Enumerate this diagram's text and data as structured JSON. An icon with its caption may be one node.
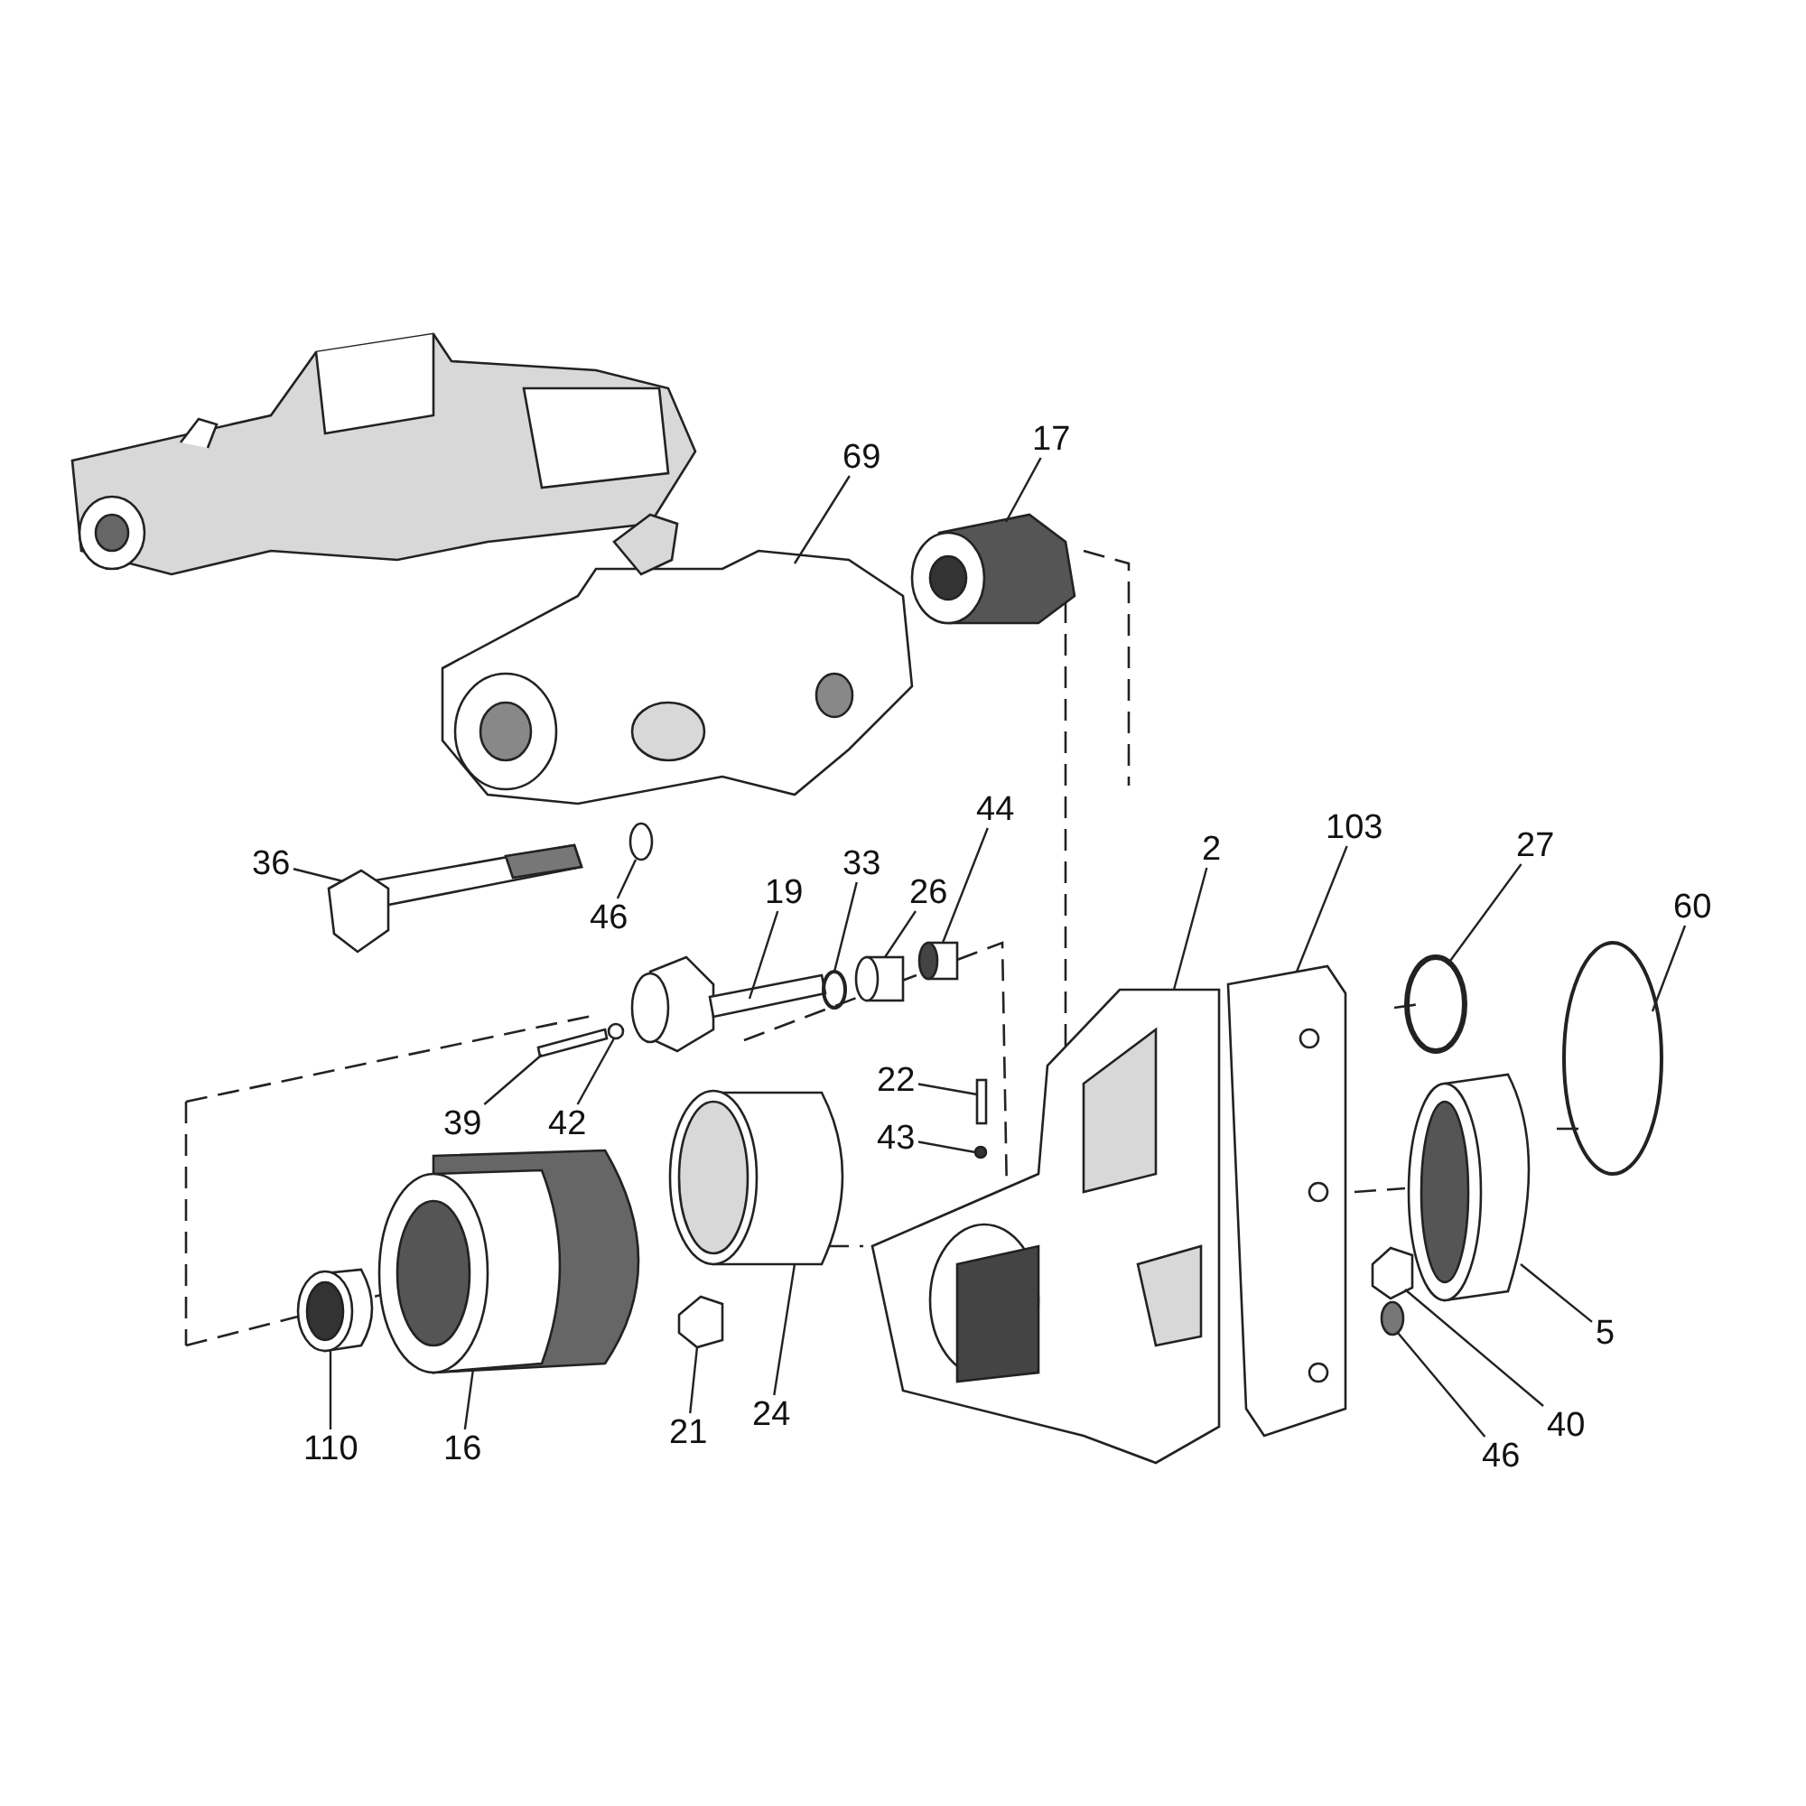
{
  "diagram": {
    "nodes": [
      {
        "text": [
          "17"
        ]
      },
      {
        "text": [
          "69"
        ]
      },
      {
        "text": [
          "36"
        ]
      },
      {
        "text": [
          "46"
        ]
      },
      {
        "text": [
          "19"
        ]
      },
      {
        "text": [
          "33"
        ]
      },
      {
        "text": [
          "26"
        ]
      },
      {
        "text": [
          "44"
        ]
      },
      {
        "text": [
          "2"
        ]
      },
      {
        "text": [
          "103"
        ]
      },
      {
        "text": [
          "27"
        ]
      },
      {
        "text": [
          "60"
        ]
      },
      {
        "text": [
          "22"
        ]
      },
      {
        "text": [
          "43"
        ]
      },
      {
        "text": [
          "39"
        ]
      },
      {
        "text": [
          "42"
        ]
      },
      {
        "text": [
          "110"
        ]
      },
      {
        "text": [
          "16"
        ]
      },
      {
        "text": [
          "21"
        ]
      },
      {
        "text": [
          "24"
        ]
      },
      {
        "text": [
          "5"
        ]
      },
      {
        "text": [
          "46"
        ]
      },
      {
        "text": [
          "40"
        ]
      },
      {
        "text": [],
        "shape": "picture"
      },
      {
        "text": [],
        "shape": "picture"
      },
      {
        "text": [],
        "shape": "picture"
      },
      {
        "text": [],
        "shape": "circle"
      },
      {
        "text": [],
        "shape": "picture"
      },
      {
        "text": [],
        "shape": "circle"
      },
      {
        "text": [],
        "shape": "cylinder"
      },
      {
        "text": [],
        "shape": "cylinder"
      },
      {
        "text": [],
        "shape": "picture"
      },
      {
        "text": [],
        "shape": "picture"
      },
      {
        "text": [],
        "shape": "circle"
      },
      {
        "text": [],
        "shape": "circle"
      },
      {
        "text": [],
        "shape": "bar"
      },
      {
        "text": [],
        "shape": "circle"
      },
      {
        "text": [],
        "shape": "bar"
      },
      {
        "text": [],
        "shape": "circle"
      },
      {
        "text": [],
        "shape": "picture"
      },
      {
        "text": [],
        "shape": "picture"
      },
      {
        "text": [],
        "shape": "hexagon"
      },
      {
        "text": [],
        "shape": "picture"
      },
      {
        "text": [],
        "shape": "cylinder"
      },
      {
        "text": [],
        "shape": "circle"
      },
      {
        "text": [],
        "shape": "hexagon"
      }
    ],
    "edges": [
      {
        "from": 0,
        "to": 23,
        "arrow": "none"
      },
      {
        "from": 1,
        "to": 24,
        "arrow": "none"
      },
      {
        "from": 2,
        "to": 25,
        "arrow": "none"
      },
      {
        "from": 3,
        "to": 26,
        "arrow": "none"
      },
      {
        "from": 4,
        "to": 27,
        "arrow": "none"
      },
      {
        "from": 5,
        "to": 28,
        "arrow": "none"
      },
      {
        "from": 6,
        "to": 29,
        "arrow": "none"
      },
      {
        "from": 7,
        "to": 30,
        "arrow": "none"
      },
      {
        "from": 8,
        "to": 31,
        "arrow": "none"
      },
      {
        "from": 9,
        "to": 32,
        "arrow": "none"
      },
      {
        "from": 10,
        "to": 33,
        "arrow": "none"
      },
      {
        "from": 11,
        "to": 34,
        "arrow": "none"
      },
      {
        "from": 12,
        "to": 35,
        "arrow": "none"
      },
      {
        "from": 13,
        "to": 36,
        "arrow": "none"
      },
      {
        "from": 14,
        "to": 37,
        "arrow": "none"
      },
      {
        "from": 15,
        "to": 38,
        "arrow": "none"
      },
      {
        "from": 16,
        "to": 39,
        "arrow": "none"
      },
      {
        "from": 17,
        "to": 40,
        "arrow": "none"
      },
      {
        "from": 18,
        "to": 41,
        "arrow": "none"
      },
      {
        "from": 19,
        "to": 42,
        "arrow": "none"
      },
      {
        "from": 20,
        "to": 43,
        "arrow": "none"
      },
      {
        "from": 21,
        "to": 44,
        "arrow": "none"
      },
      {
        "from": 22,
        "to": 45,
        "arrow": "none"
      }
    ]
  }
}
